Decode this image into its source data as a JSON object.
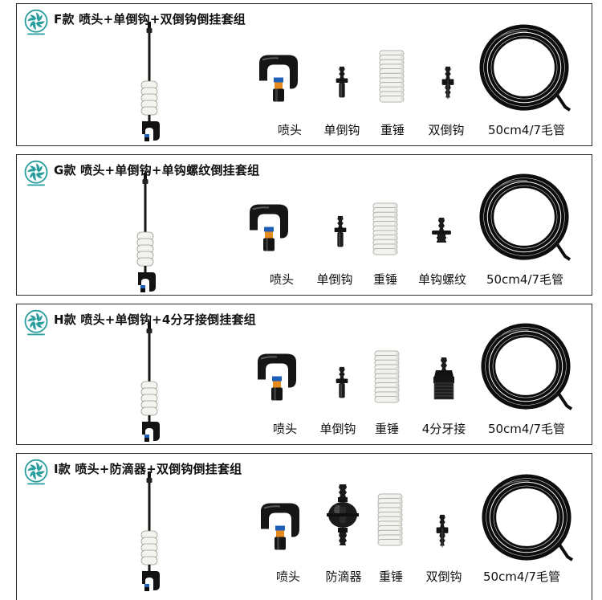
{
  "sets": [
    {
      "title": "F款 喷头+单倒钩+双倒钩倒挂套组",
      "labels": [
        "喷头",
        "单倒钩",
        "重锤",
        "双倒钩",
        "50cm4/7毛管"
      ],
      "icons": [
        "sprinkler-head-icon",
        "single-barb-connector-icon",
        "weight-icon",
        "double-barb-connector-icon",
        "pe-tube-coil-icon"
      ]
    },
    {
      "title": "G款 喷头+单倒钩+单钩螺纹倒挂套组",
      "labels": [
        "喷头",
        "单倒钩",
        "重锤",
        "单钩螺纹",
        "50cm4/7毛管"
      ],
      "icons": [
        "sprinkler-head-icon",
        "single-barb-connector-icon",
        "weight-icon",
        "threaded-barb-connector-icon",
        "pe-tube-coil-icon"
      ]
    },
    {
      "title": "H款 喷头+单倒钩+4分牙接倒挂套组",
      "labels": [
        "喷头",
        "单倒钩",
        "重锤",
        "4分牙接",
        "50cm4/7毛管"
      ],
      "icons": [
        "sprinkler-head-icon",
        "single-barb-connector-icon",
        "weight-icon",
        "half-inch-thread-adapter-icon",
        "pe-tube-coil-icon"
      ]
    },
    {
      "title": "I款 喷头+防滴器+双倒钩倒挂套组",
      "labels": [
        "喷头",
        "防滴器",
        "重锤",
        "双倒钩",
        "50cm4/7毛管"
      ],
      "icons": [
        "sprinkler-head-icon",
        "anti-drip-valve-icon",
        "weight-icon",
        "double-barb-connector-icon",
        "pe-tube-coil-icon"
      ]
    }
  ],
  "colors": {
    "border": "#2b2b2b",
    "plastic_black": "#141414",
    "weight_white": "#f2f2ee",
    "nozzle_blue": "#1d5fb8",
    "nozzle_orange": "#e58a1f",
    "logo_teal": "#2a9d9d"
  }
}
